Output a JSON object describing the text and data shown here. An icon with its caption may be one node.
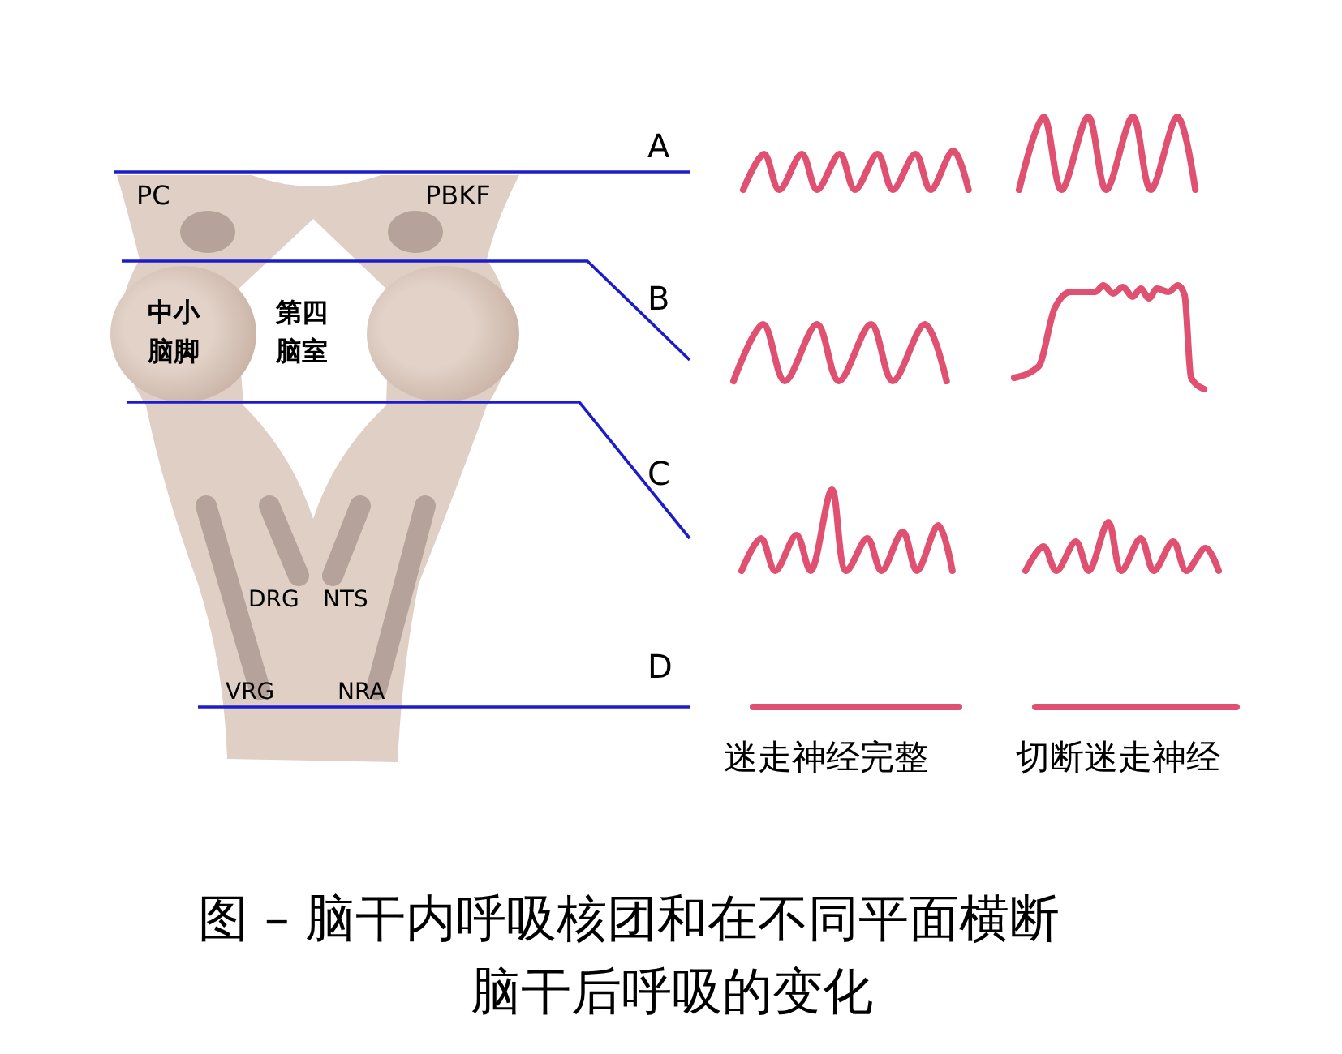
{
  "diagram": {
    "caption": "图 – 脑干内呼吸核团和在不同平面横断脑干后呼吸的变化",
    "labels": [
      "A",
      "PC",
      "PBKF",
      "B",
      "中小脑脚",
      "第四脑室",
      "C",
      "DRG",
      "NTS",
      "D",
      "VRG",
      "NRA",
      "迷走神经完整",
      "切断迷走神经"
    ]
  }
}
